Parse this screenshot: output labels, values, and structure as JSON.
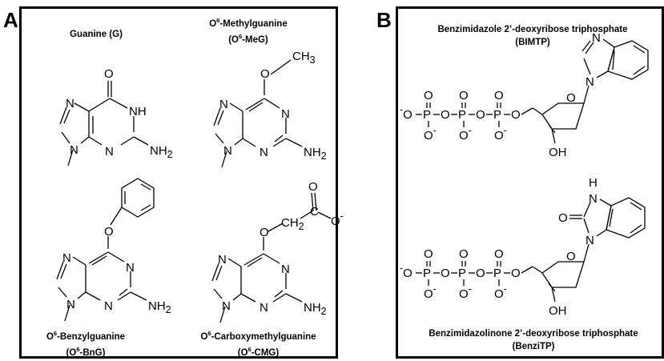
{
  "panel_a": {
    "letter": "A",
    "guanine": {
      "name": "Guanine (G)"
    },
    "o6_meg": {
      "name": "O",
      "sup": "6",
      "name_rest": "-Methylguanine",
      "abbr_o": "(O",
      "abbr_sup": "6",
      "abbr_rest": "-MeG)"
    },
    "o6_bng": {
      "name": "O",
      "sup": "6",
      "name_rest": "-Benzylguanine",
      "abbr_o": "(O",
      "abbr_sup": "6",
      "abbr_rest": "-BnG)"
    },
    "o6_cmg": {
      "name": "O",
      "sup": "6",
      "name_rest": "-Carboxymethylguanine",
      "abbr_o": "(O",
      "abbr_sup": "6",
      "abbr_rest": "-CMG)"
    }
  },
  "panel_b": {
    "letter": "B",
    "bimtp": {
      "name": "Benzimidazole 2’-deoxyribose triphosphate",
      "abbr": "(BIMTP)"
    },
    "benzitp": {
      "name": "Benzimidazolinone 2’-deoxyribose triphosphate",
      "abbr": "(BenziTP)"
    }
  },
  "atoms": {
    "O": "O",
    "N": "N",
    "NH": "NH",
    "NH2": "NH",
    "sub2": "2",
    "CH3": "CH",
    "sub3": "3",
    "CH2": "CH",
    "C": "C",
    "Ominus": "O",
    "minus": "-",
    "P": "P",
    "OH": "OH",
    "H": "H"
  }
}
